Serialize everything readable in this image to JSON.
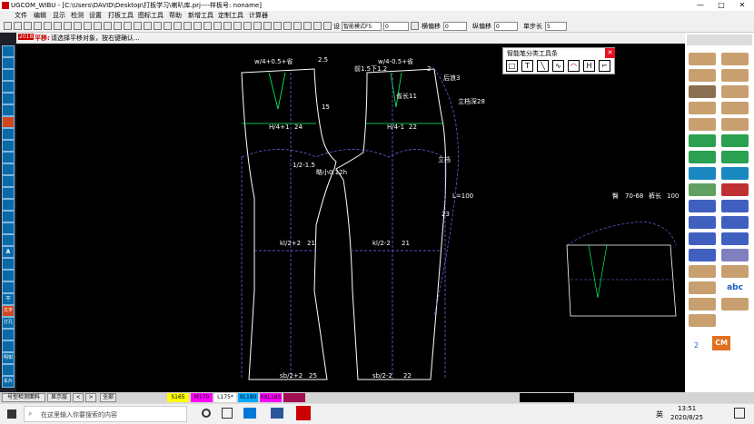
{
  "window": {
    "title": "UGCOM_WIBU - [C:\\Users\\DAVID\\Desktop\\打板学习\\喇叭库.prj----样板号: noname]",
    "minimize": "—",
    "maximize": "□",
    "close": "✕"
  },
  "menu": [
    "文件",
    "编辑",
    "显示",
    "检测",
    "设置",
    "打板工具",
    "图标工具",
    "帮助",
    "新增工具",
    "定制工具",
    "计算器"
  ],
  "toolbar": {
    "mode_label": "设",
    "mode_select": "智能模式F5",
    "value1": "0",
    "horiz_label": "横偏移",
    "horiz_value": "0",
    "vert_label": "纵偏移",
    "vert_value": "0",
    "step_label": "单步长",
    "step_value": "5"
  },
  "prompt": {
    "badge": "2018",
    "title": "平移:",
    "text": "请选择平移对象，按右键确认..."
  },
  "left_tools": [
    "",
    "",
    "",
    "",
    "",
    "",
    "",
    "",
    "",
    "",
    "",
    "",
    "",
    "",
    "",
    "",
    "",
    "A",
    "",
    "",
    "",
    "干",
    "文字",
    "打孔",
    "",
    "",
    "明钳",
    "",
    "车片",
    ""
  ],
  "dialog": {
    "title": "智能笔分类工具条",
    "close": "✕",
    "tools": [
      "□",
      "T",
      "╲",
      "∿",
      "◠",
      "H",
      "⌐"
    ]
  },
  "pattern_labels": {
    "waist_left": "w/4+0.5+省",
    "waist_left_val": "2.5",
    "waist_right": "w/4-0.5+省",
    "waist_right_val": "2",
    "front_rise": "前1.5下1.2",
    "back_rise": "后浪3",
    "side_seam": "立档深28",
    "hip_left": "H/4+1",
    "hip_left_val": "24",
    "hip_right": "H/4-1",
    "hip_right_val": "22",
    "crotch": "1/2-1.5",
    "crotch_note": "略小0.12h",
    "seat": "立档",
    "L": "L=100",
    "knee_left": "kl/2+2",
    "knee_left_val": "21",
    "knee_right": "kl/2-2",
    "knee_right_val": "21",
    "hem_left": "sb/2+2",
    "hem_left_val": "25",
    "hem_right": "sb/2-2",
    "hem_right_val": "22",
    "dart_len": "省长11",
    "num15": "15",
    "num23": "23"
  },
  "size_info": {
    "hip": "臀",
    "hip_val": "70-68",
    "length": "裤长",
    "length_val": "100"
  },
  "status": {
    "btn1": "号型检测面料",
    "btn2": "显示层",
    "prev": "<",
    "next": ">",
    "all": "全部",
    "sizes": [
      {
        "name": "S165",
        "color": "#ffff00"
      },
      {
        "name": "M170",
        "color": "#ff00ff"
      },
      {
        "name": "L175*",
        "color": "#ffffff"
      },
      {
        "name": "XL180",
        "color": "#00aaff"
      },
      {
        "name": "XXL185",
        "color": "#ff00ff"
      }
    ]
  },
  "taskbar": {
    "search": "在这里输入你要搜索的内容",
    "lang": "英",
    "time": "13:51",
    "date": "2020/8/25"
  },
  "right_labels": {
    "cm": "CM",
    "abc": "abc",
    "two": "2"
  }
}
